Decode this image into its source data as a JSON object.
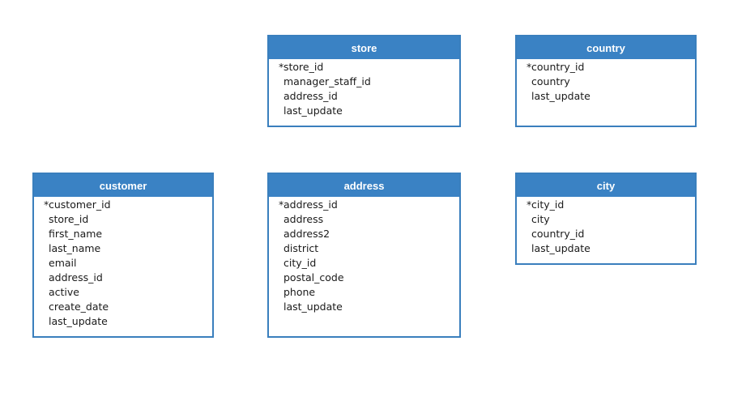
{
  "entities": [
    {
      "id": "store",
      "name": "store",
      "fields": [
        {
          "name": "store_id",
          "key": true
        },
        {
          "name": "manager_staff_id",
          "key": false
        },
        {
          "name": "address_id",
          "key": false
        },
        {
          "name": "last_update",
          "key": false
        }
      ]
    },
    {
      "id": "country",
      "name": "country",
      "fields": [
        {
          "name": "country_id",
          "key": true
        },
        {
          "name": "country",
          "key": false
        },
        {
          "name": "last_update",
          "key": false
        }
      ]
    },
    {
      "id": "customer",
      "name": "customer",
      "fields": [
        {
          "name": "customer_id",
          "key": true
        },
        {
          "name": "store_id",
          "key": false
        },
        {
          "name": "first_name",
          "key": false
        },
        {
          "name": "last_name",
          "key": false
        },
        {
          "name": "email",
          "key": false
        },
        {
          "name": "address_id",
          "key": false
        },
        {
          "name": "active",
          "key": false
        },
        {
          "name": "create_date",
          "key": false
        },
        {
          "name": "last_update",
          "key": false
        }
      ]
    },
    {
      "id": "address",
      "name": "address",
      "fields": [
        {
          "name": "address_id",
          "key": true
        },
        {
          "name": "address",
          "key": false
        },
        {
          "name": "address2",
          "key": false
        },
        {
          "name": "district",
          "key": false
        },
        {
          "name": "city_id",
          "key": false
        },
        {
          "name": "postal_code",
          "key": false
        },
        {
          "name": "phone",
          "key": false
        },
        {
          "name": "last_update",
          "key": false
        }
      ]
    },
    {
      "id": "city",
      "name": "city",
      "fields": [
        {
          "name": "city_id",
          "key": true
        },
        {
          "name": "city",
          "key": false
        },
        {
          "name": "country_id",
          "key": false
        },
        {
          "name": "last_update",
          "key": false
        }
      ]
    }
  ],
  "key_marker": "*",
  "colors": {
    "header_bg": "#3a82c4",
    "border": "#3a7fbd",
    "header_text": "#ffffff",
    "field_text": "#1a1a1a"
  }
}
